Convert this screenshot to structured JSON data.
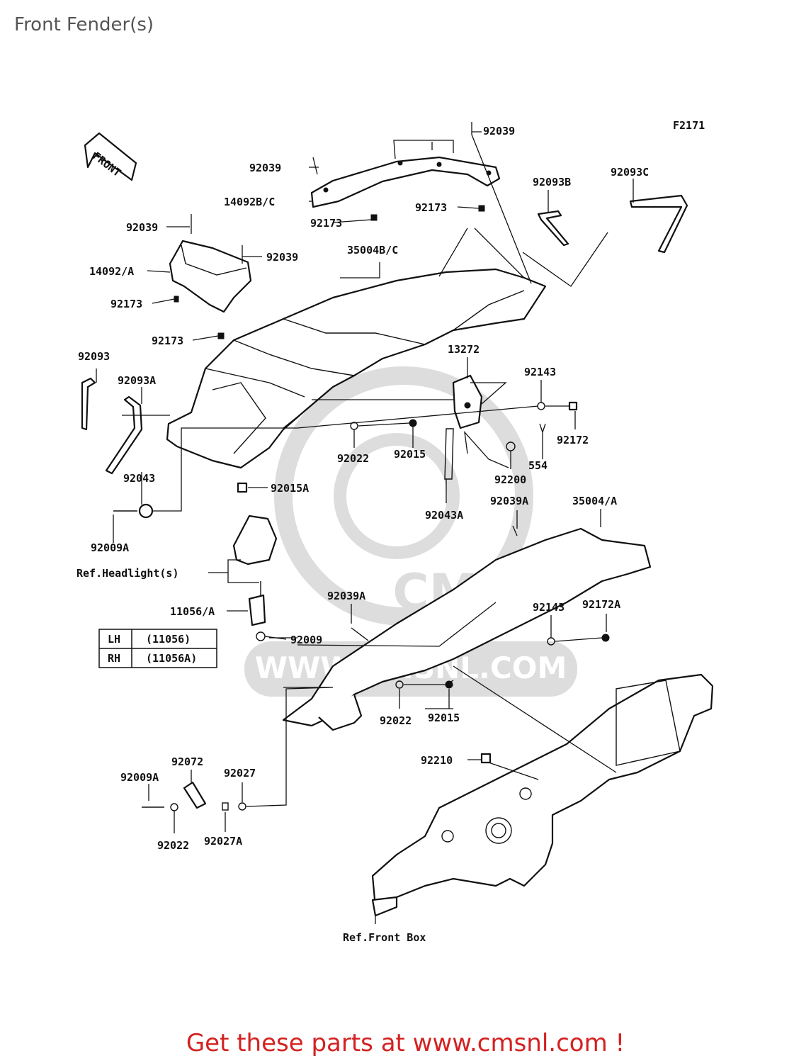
{
  "page": {
    "title": "Front Fender(s)",
    "figure_code": "F2171",
    "front_arrow": "FRONT"
  },
  "parts": {
    "p92039_top": "92039",
    "p92039_b": "92039",
    "p14092bc": "14092B/C",
    "p92173_a": "92173",
    "p92173_b": "92173",
    "p92093b": "92093B",
    "p92093c": "92093C",
    "p92039_c": "92039",
    "p92039_d": "92039",
    "p14092a": "14092/A",
    "p35004bc": "35004B/C",
    "p92173_c": "92173",
    "p92173_d": "92173",
    "p92093": "92093",
    "p92093a": "92093A",
    "p13272": "13272",
    "p92143_a": "92143",
    "p92172": "92172",
    "p92022_a": "92022",
    "p92015_a": "92015",
    "p92200": "92200",
    "p554": "554",
    "p92043": "92043",
    "p92015a": "92015A",
    "p92043a": "92043A",
    "p92009a_a": "92009A",
    "p92039a_a": "92039A",
    "p35004a": "35004/A",
    "ref_headlight": "Ref.Headlight(s)",
    "p11056a": "11056/A",
    "p92039a_b": "92039A",
    "p92143_b": "92143",
    "p92172a": "92172A",
    "p92009": "92009",
    "p92022_b": "92022",
    "p92015_b": "92015",
    "p92210": "92210",
    "p92072": "92072",
    "p92009a_b": "92009A",
    "p92027": "92027",
    "p92022_c": "92022",
    "p92027a": "92027A",
    "ref_frontbox": "Ref.Front Box"
  },
  "side_table": {
    "rows": [
      {
        "side": "LH",
        "code": "(11056)"
      },
      {
        "side": "RH",
        "code": "(11056A)"
      }
    ]
  },
  "watermark": {
    "text": "WWW.CMSNL.COM",
    "logo": "CMS"
  },
  "promo": {
    "text": "Get these parts at www.cmsnl.com !",
    "color": "#d42121"
  },
  "colors": {
    "line": "#111111",
    "title": "#555555",
    "promo": "#d42121"
  }
}
